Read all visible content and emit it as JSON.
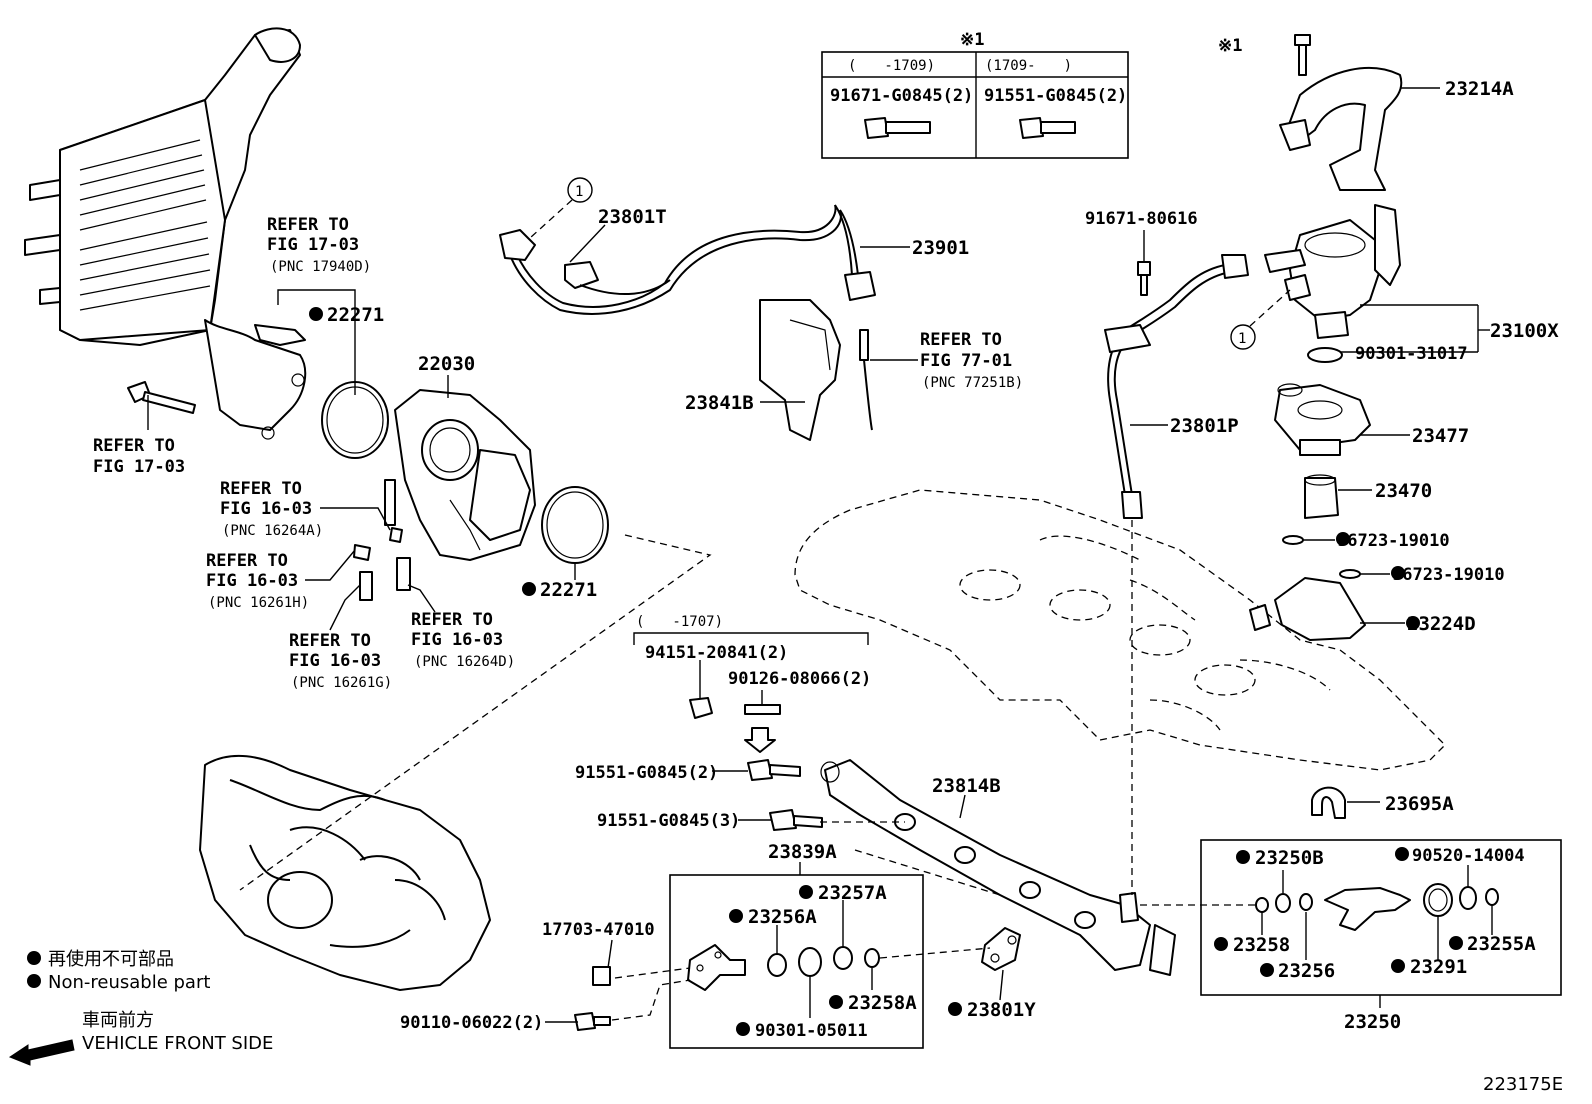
{
  "diagram": {
    "footnote_mark": "※1",
    "bolt_table": {
      "headers": [
        "(　　-1709)",
        "(1709-　　)"
      ],
      "parts": [
        "91671-G0845(2)",
        "91551-G0845(2)"
      ]
    },
    "labels": {
      "p23214A": "23214A",
      "p23801T": "23801T",
      "p23901": "23901",
      "p91671_80616": "91671-80616",
      "p23100X": "23100X",
      "p90301_31017": "90301-31017",
      "p23477": "23477",
      "p23470": "23470",
      "p96723_19010_a": "96723-19010",
      "p96723_19010_b": "96723-19010",
      "p23224D": "23224D",
      "p23801P": "23801P",
      "p23841B": "23841B",
      "p22030": "22030",
      "p22271_a": "22271",
      "p22271_b": "22271",
      "p94151": "94151-20841(2)",
      "p90126": "90126-08066(2)",
      "p91551_2": "91551-G0845(2)",
      "p91551_3": "91551-G0845(3)",
      "p23814B": "23814B",
      "p23839A": "23839A",
      "p23257A": "23257A",
      "p23256A": "23256A",
      "p23258A": "23258A",
      "p90301_05011": "90301-05011",
      "p17703": "17703-47010",
      "p90110": "90110-06022(2)",
      "p23801Y": "23801Y",
      "p23695A": "23695A",
      "p23250B": "23250B",
      "p90520": "90520-14004",
      "p23258": "23258",
      "p23256": "23256",
      "p23291": "23291",
      "p23255A": "23255A",
      "p23250": "23250",
      "date_range_1707": "(　　-1707)",
      "circle_1": "1",
      "circle_1b": "1"
    },
    "refs": [
      {
        "l1": "REFER TO",
        "l2": "FIG 17-03",
        "l3": "(PNC 17940D)"
      },
      {
        "l1": "REFER TO",
        "l2": "FIG 17-03",
        "l3": ""
      },
      {
        "l1": "REFER TO",
        "l2": "FIG 77-01",
        "l3": "(PNC 77251B)"
      },
      {
        "l1": "REFER TO",
        "l2": "FIG 16-03",
        "l3": "(PNC 16264A)"
      },
      {
        "l1": "REFER TO",
        "l2": "FIG 16-03",
        "l3": "(PNC 16261H)"
      },
      {
        "l1": "REFER TO",
        "l2": "FIG 16-03",
        "l3": "(PNC 16261G)"
      },
      {
        "l1": "REFER TO",
        "l2": "FIG 16-03",
        "l3": "(PNC 16264D)"
      }
    ],
    "legend": {
      "jp": "再使用不可部品",
      "en": "Non-reusable part",
      "front_jp": "車両前方",
      "front_en": "VEHICLE FRONT SIDE"
    },
    "figure_id": "223175E"
  }
}
